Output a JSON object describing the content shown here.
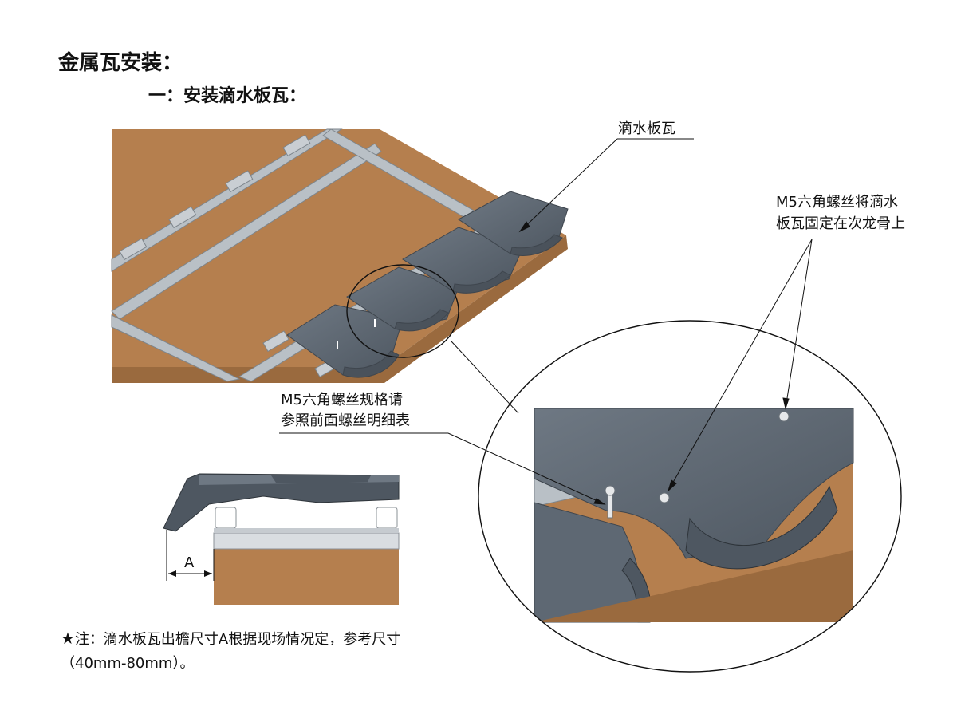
{
  "title": "金属瓦安装：",
  "subtitle": "一：安装滴水板瓦：",
  "labels": {
    "drip_tile": "滴水板瓦",
    "screw_fix_line1": "M5六角螺丝将滴水",
    "screw_fix_line2": "板瓦固定在次龙骨上",
    "screw_spec_line1": "M5六角螺丝规格请",
    "screw_spec_line2": "参照前面螺丝明细表",
    "dimension_a": "A"
  },
  "note": {
    "star": "★",
    "line1": "注：滴水板瓦出檐尺寸A根据现场情况定，参考尺寸",
    "line2": "（40mm-80mm）。"
  },
  "colors": {
    "wood": "#B57F4E",
    "wood_dark": "#8F5F35",
    "rail": "#A9B0B8",
    "tile": "#5E6873",
    "tile_light": "#7C8690"
  }
}
